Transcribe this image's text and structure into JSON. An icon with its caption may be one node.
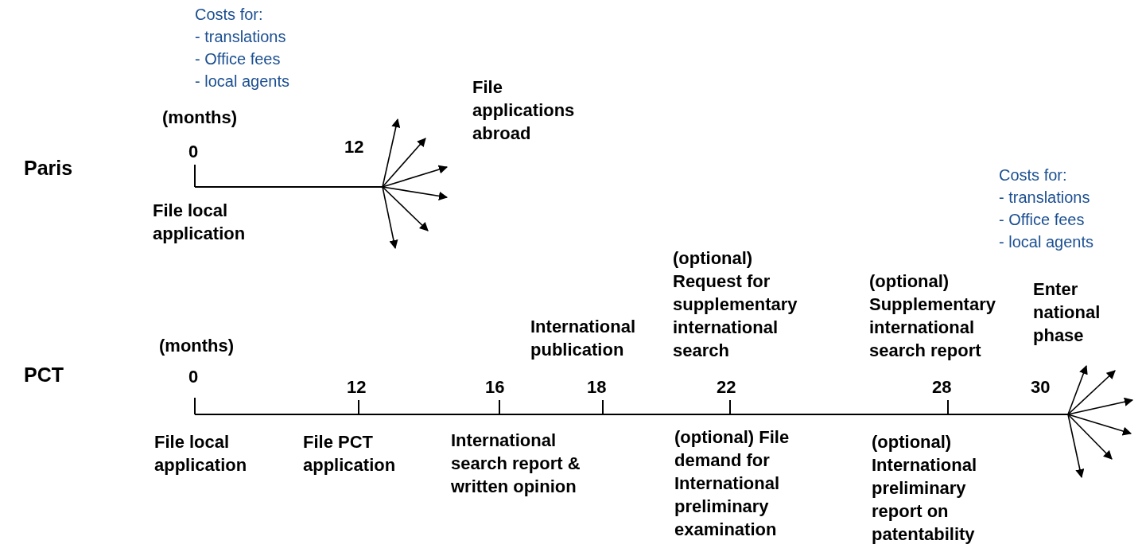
{
  "diagram": {
    "nodes": [
      {
        "text": [],
        "shape": "line"
      },
      {
        "text": [],
        "shape": "line"
      }
    ],
    "edges": [
      {
        "from": 0,
        "to": null,
        "arrow": "to"
      },
      {
        "from": 0,
        "to": null,
        "arrow": "to"
      },
      {
        "from": 0,
        "to": null,
        "arrow": "to"
      },
      {
        "from": 0,
        "to": null,
        "arrow": "to"
      },
      {
        "from": 0,
        "to": null,
        "arrow": "to"
      },
      {
        "from": 0,
        "to": null,
        "arrow": "to"
      },
      {
        "from": 1,
        "to": null,
        "arrow": "to"
      },
      {
        "from": 1,
        "to": null,
        "arrow": "to"
      },
      {
        "from": 1,
        "to": null,
        "arrow": "to"
      },
      {
        "from": 1,
        "to": null,
        "arrow": "to"
      },
      {
        "from": 1,
        "to": null,
        "arrow": "to"
      },
      {
        "from": 1,
        "to": null,
        "arrow": "to"
      }
    ],
    "labels": [
      "Paris",
      "(months)",
      "0",
      "12",
      "Costs for:",
      "- translations",
      "- Office fees",
      "- local agents",
      "File applications abroad",
      "File local application",
      "PCT",
      "(months)",
      "0",
      "12",
      "16",
      "18",
      "22",
      "28",
      "30",
      "File local application",
      "File PCT application",
      "International search report & written opinion",
      "International publication",
      "(optional) Request for supplementary international search",
      "(optional) File demand for International preliminary examination",
      "(optional) Supplementary international search report",
      "(optional) International preliminary report on patentability",
      "Enter national phase",
      "Costs for:",
      "- translations",
      "- Office fees",
      "- local agents"
    ]
  }
}
